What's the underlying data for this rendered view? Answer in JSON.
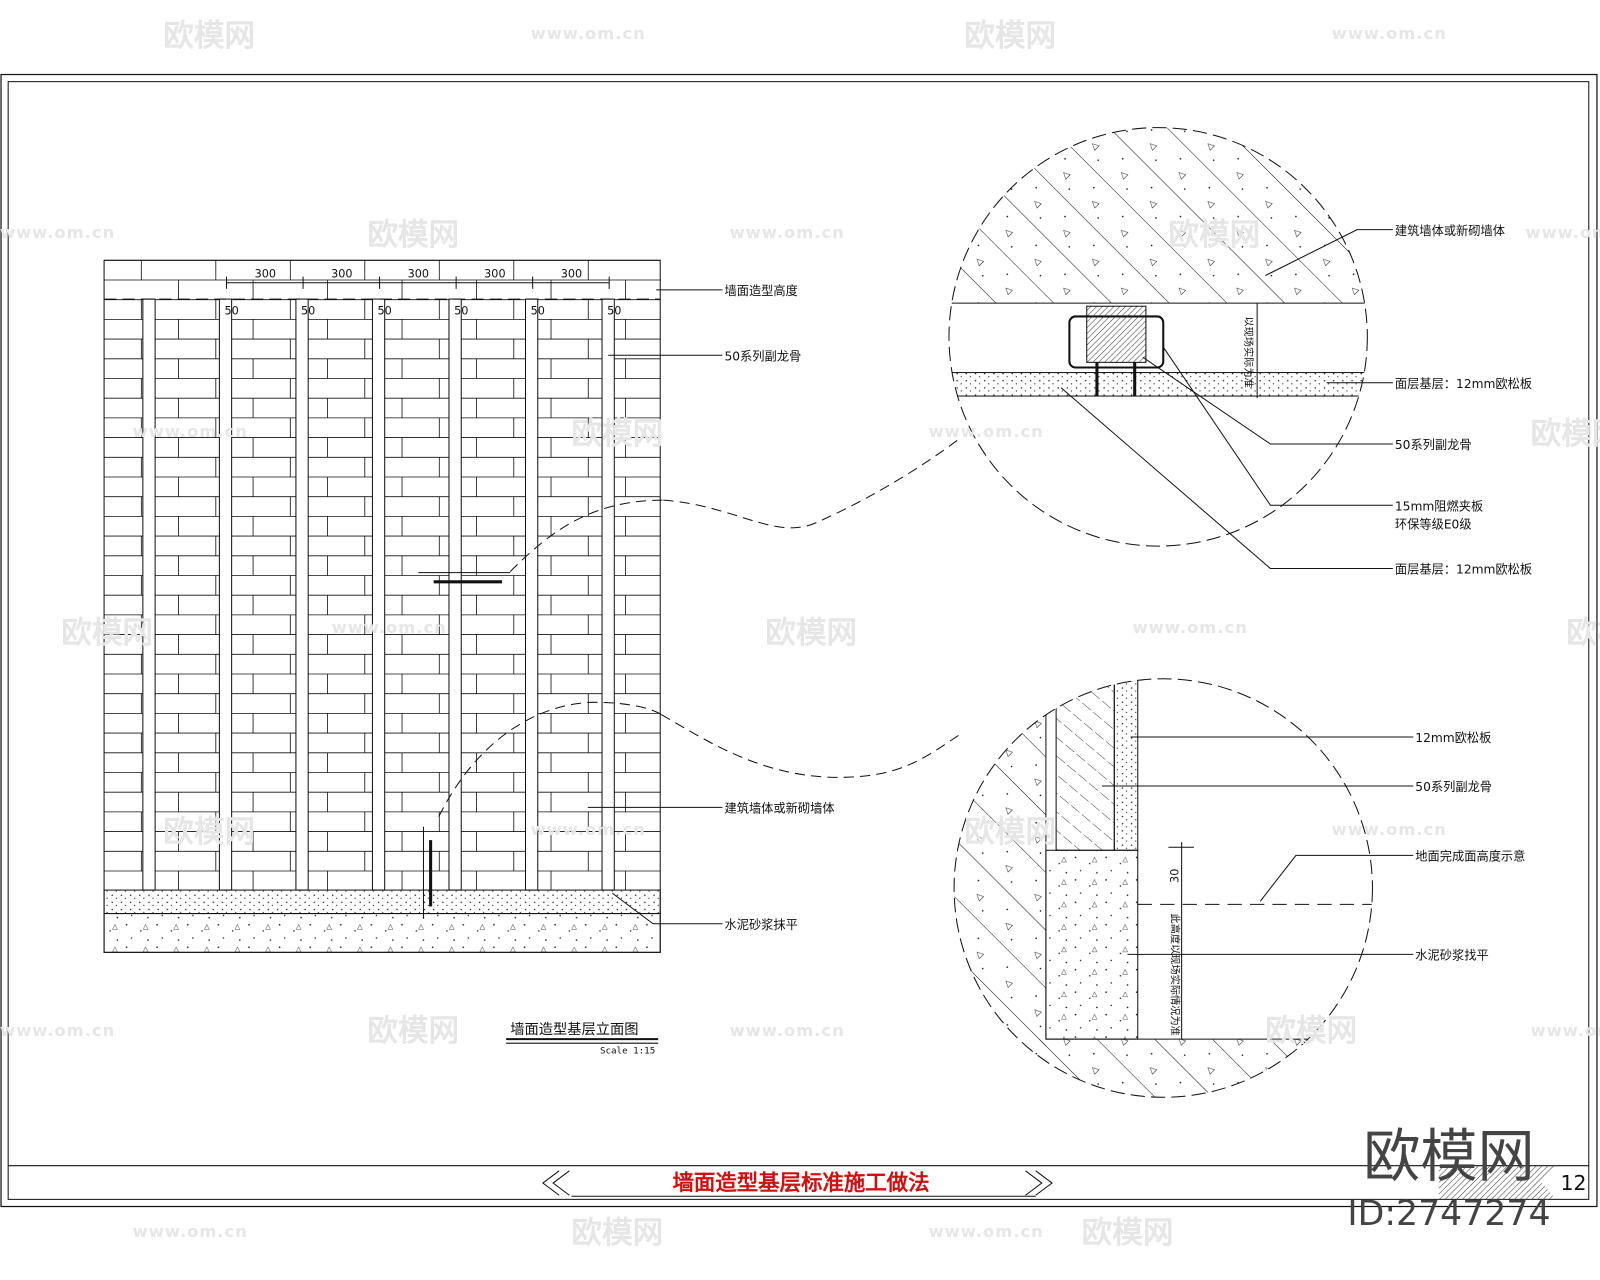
{
  "watermark": {
    "logo": "欧模网",
    "url": "www.om.cn"
  },
  "elevation": {
    "title": "墙面造型基层立面图",
    "scale": "Scale 1:15",
    "spacing_dims": [
      "300",
      "300",
      "300",
      "300",
      "300"
    ],
    "stud_dims": [
      "50",
      "50",
      "50",
      "50",
      "50",
      "50"
    ],
    "labels": {
      "height": "墙面造型高度",
      "stud": "50系列副龙骨",
      "wall": "建筑墙体或新砌墙体",
      "mortar": "水泥砂浆抹平"
    }
  },
  "detail_top": {
    "labels": {
      "wall": "建筑墙体或新砌墙体",
      "face_base": "面层基层：12mm欧松板",
      "stud": "50系列副龙骨",
      "plywood_1": "15mm阻燃夹板",
      "plywood_2": "环保等级E0级",
      "base": "面层基层：12mm欧松板"
    },
    "vertical_note": "以现场实际为准"
  },
  "detail_bottom": {
    "labels": {
      "osb": "12mm欧松板",
      "stud": "50系列副龙骨",
      "floor_level": "地面完成面高度示意",
      "mortar": "水泥砂浆找平"
    },
    "dim": "30",
    "vertical_note": "此高度以现场实际情况为准"
  },
  "title_bar": {
    "title": "墙面造型基层标准施工做法",
    "page": "12"
  },
  "brand": {
    "name": "欧模网",
    "id": "ID:2747274"
  }
}
